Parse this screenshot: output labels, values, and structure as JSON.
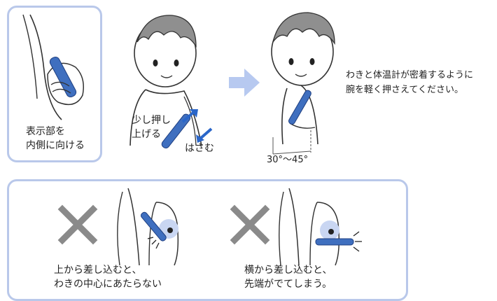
{
  "step1": {
    "caption_line1": "表示部を",
    "caption_line2": "内側に向ける"
  },
  "step2": {
    "push_label_line1": "少し押し",
    "push_label_line2": "上げる",
    "pinch_label": "はさむ"
  },
  "step3": {
    "angle_label": "30°〜45°",
    "instruction_line1": "わきと体温計が密着するように",
    "instruction_line2": "腕を軽く押さえてください。"
  },
  "wrong": {
    "from_above_line1": "上から差し込むと、",
    "from_above_line2": "わきの中心にあたらない",
    "from_side_line1": "横から差し込むと、",
    "from_side_line2": "先端がでてしまう。"
  },
  "colors": {
    "panel_border": "#b9c8ea",
    "thermometer": "#3f6fbf",
    "arrow": "#2a66c9",
    "x_mark": "#8a8a8a",
    "target": "#c9d6f2"
  },
  "icons": [
    "thermometer-icon",
    "blue-arrow-icon",
    "wrong-x-icon",
    "next-step-arrow-icon"
  ]
}
